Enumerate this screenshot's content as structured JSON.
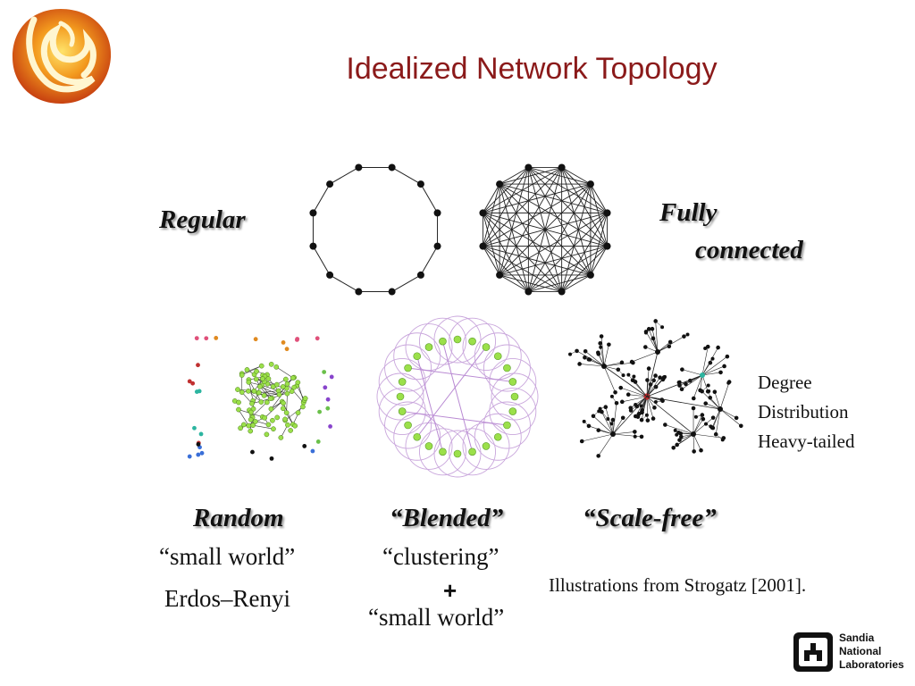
{
  "slide": {
    "title": "Idealized Network Topology",
    "labels": {
      "regular": "Regular",
      "fully_line1": "Fully",
      "fully_line2": "connected",
      "random": "Random",
      "blended": "“Blended”",
      "scale_free": "“Scale-free”"
    },
    "captions": {
      "random_1": "“small world”",
      "random_2": "Erdos–Renyi",
      "blended_1": "“clustering”",
      "blended_plus": "+",
      "blended_2": "“small world”"
    },
    "degree_note": [
      "Degree",
      "Distribution",
      "Heavy-tailed"
    ],
    "credit": "Illustrations from Strogatz [2001].",
    "sandia_logo": [
      "Sandia",
      "National",
      "Laboratories"
    ]
  },
  "colors": {
    "title": "#8b1a1a",
    "node_dark": "#111111",
    "node_green": "#9be04a",
    "ring_purple": "#c9a6dc"
  },
  "icons": {
    "top_left": "phoenix-logo-icon",
    "bottom_right": "sandia-logo-icon"
  }
}
